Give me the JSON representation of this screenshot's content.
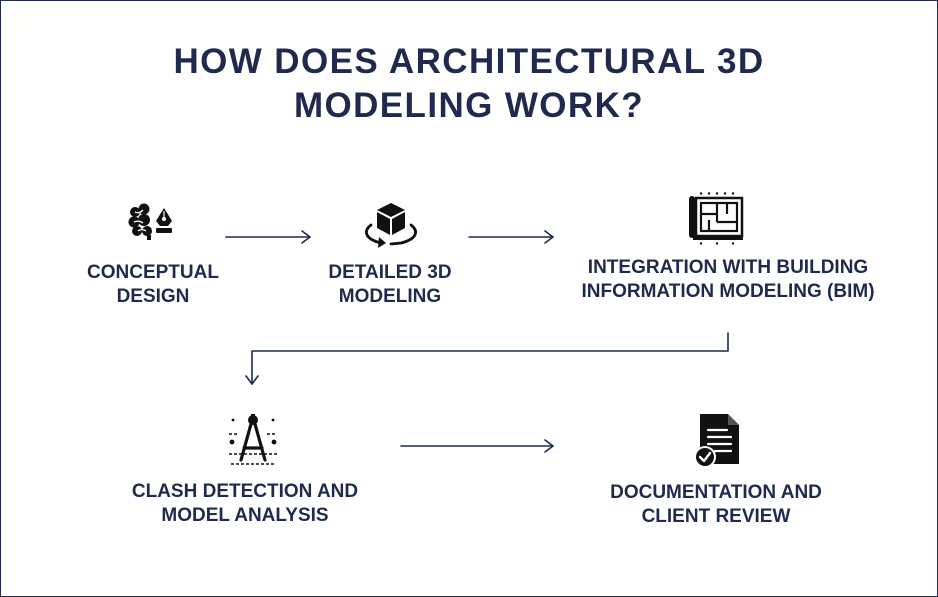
{
  "title": {
    "line1": "HOW DOES ARCHITECTURAL 3D",
    "line2": "MODELING WORK?"
  },
  "steps": [
    {
      "id": "conceptual-design",
      "icon": "brain-pen-icon",
      "lines": [
        "CONCEPTUAL",
        "DESIGN"
      ]
    },
    {
      "id": "detailed-3d-modeling",
      "icon": "rotating-cube-icon",
      "lines": [
        "DETAILED 3D",
        "MODELING"
      ]
    },
    {
      "id": "bim-integration",
      "icon": "blueprint-icon",
      "lines": [
        "INTEGRATION WITH BUILDING",
        "INFORMATION MODELING (BIM)"
      ]
    },
    {
      "id": "clash-detection",
      "icon": "drafting-compass-icon",
      "lines": [
        "CLASH DETECTION AND",
        "MODEL ANALYSIS"
      ]
    },
    {
      "id": "documentation-review",
      "icon": "document-check-icon",
      "lines": [
        "DOCUMENTATION AND",
        "CLIENT REVIEW"
      ]
    }
  ],
  "colors": {
    "primary": "#1f2a4e",
    "background": "#ffffff"
  }
}
